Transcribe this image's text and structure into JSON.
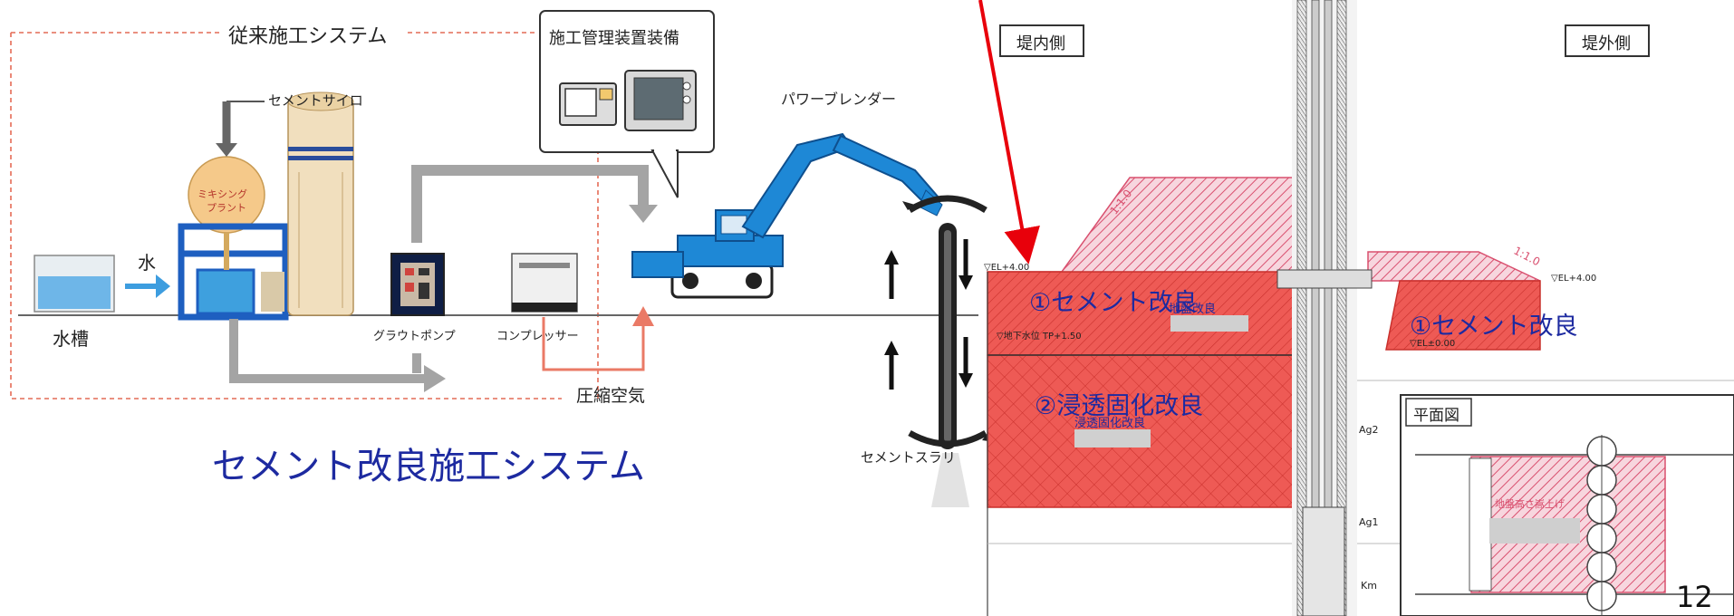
{
  "left_diagram": {
    "conventional_system_label": "従来施工システム",
    "management_box_title": "施工管理装置装備",
    "cement_silo_label": "セメントサイロ",
    "mixing_plant_label_line1": "ミキシング",
    "mixing_plant_label_line2": "プラント",
    "water_label": "水",
    "water_tank_label": "水槽",
    "grout_pump_label": "グラウトポンプ",
    "compressor_label": "コンプレッサー",
    "compressed_air_label": "圧縮空気",
    "power_blender_label": "パワーブレンダー",
    "cement_slurry_label": "セメントスラリ",
    "system_caption": "セメント改良施工システム"
  },
  "right_diagram": {
    "inland_side_label": "堤内側",
    "outer_side_label": "堤外側",
    "slope_label_left": "1:1.0",
    "slope_label_right": "1:1.0",
    "elevation_left": "▽EL+4.00",
    "elevation_right": "▽EL+4.00",
    "elevation_zero": "▽EL±0.00",
    "groundwater_label": "▽地下水位 TP+1.50",
    "cement_improvement_left": "①セメント改良",
    "cement_improvement_right": "①セメント改良",
    "ground_improvement_small": "地盤改良",
    "permeation_improvement": "②浸透固化改良",
    "permeation_improvement_small": "浸透固化改良",
    "layer_ag2": "Ag2",
    "layer_ag1": "Ag1",
    "layer_km": "Km",
    "plan_view_title": "平面図",
    "plan_view_note": "地盤高さ嵩上げ"
  },
  "page_number": "12",
  "colors": {
    "arrow_red": "#e8000b",
    "navy_text": "#1d2aa0",
    "improvement_fill": "#ee5a55",
    "hatch_pink": "#e46a8a",
    "equipment_blue": "#1e88d6"
  }
}
